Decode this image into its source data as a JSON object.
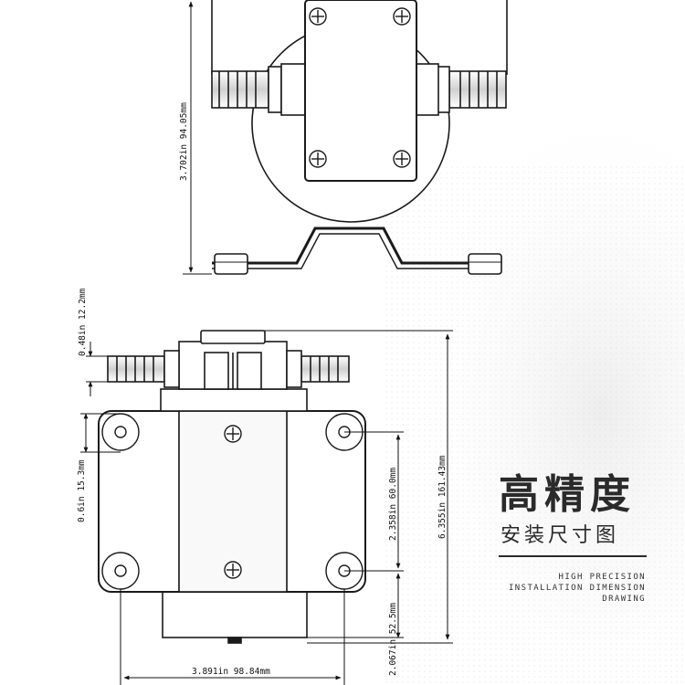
{
  "heading": {
    "title": "高精度",
    "subtitle": "安装尺寸图",
    "english_lines": [
      "HIGH PRECISION",
      "INSTALLATION DIMENSION",
      "DRAWING"
    ]
  },
  "dimensions": {
    "front_height": "3.702in 94.05mm",
    "fitting_offset": "0.48in 12.2mm",
    "ear_offset": "0.6in 15.3mm",
    "overall_length": "6.355in 161.43mm",
    "hole_spacing_vertical": "2.358in 60.0mm",
    "motor_extension": "2.067in 52.5mm",
    "hole_spacing_horizontal": "3.891in 98.84mm"
  },
  "colors": {
    "line": "#1a1a1a",
    "fill_light": "#ffffff",
    "fill_shade": "#e8e8e8",
    "text_dark": "#2a2a2a"
  }
}
